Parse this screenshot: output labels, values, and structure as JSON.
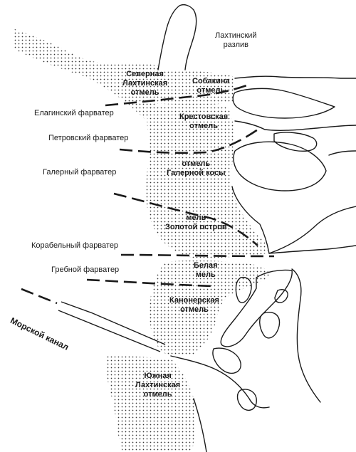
{
  "colors": {
    "ink": "#1a1a1a",
    "paper": "#ffffff",
    "shoal_dots": "#333333"
  },
  "labels": {
    "lakhta_spill": [
      "Лахтинский",
      "разлив"
    ],
    "north_lakhta_shoal": [
      "Северная",
      "Лахтинская",
      "отмель"
    ],
    "sobakina_shoal": [
      "Собакина",
      "отмель"
    ],
    "elagin_fairway": "Елагинский фарватер",
    "krestovsky_shoal": [
      "Крестовская",
      "отмель"
    ],
    "petrovsky_fairway": "Петровский фарватер",
    "galerny_fairway": "Галерный фарватер",
    "galernaya_spit_shoal": [
      "отмель",
      "Галерной косы"
    ],
    "golden_island_shoal": [
      "мель",
      "Золотой остров"
    ],
    "korabelny_fairway": "Корабельный фарватер",
    "belaya_shoal": [
      "Белая",
      "мель"
    ],
    "grebnoy_fairway": "Гребной фарватер",
    "kanonerskaya_shoal": [
      "Канонерская",
      "отмель"
    ],
    "sea_canal": "Морской канал",
    "south_lakhta_shoal": [
      "Южная",
      "Лахтинская",
      "отмель"
    ]
  }
}
